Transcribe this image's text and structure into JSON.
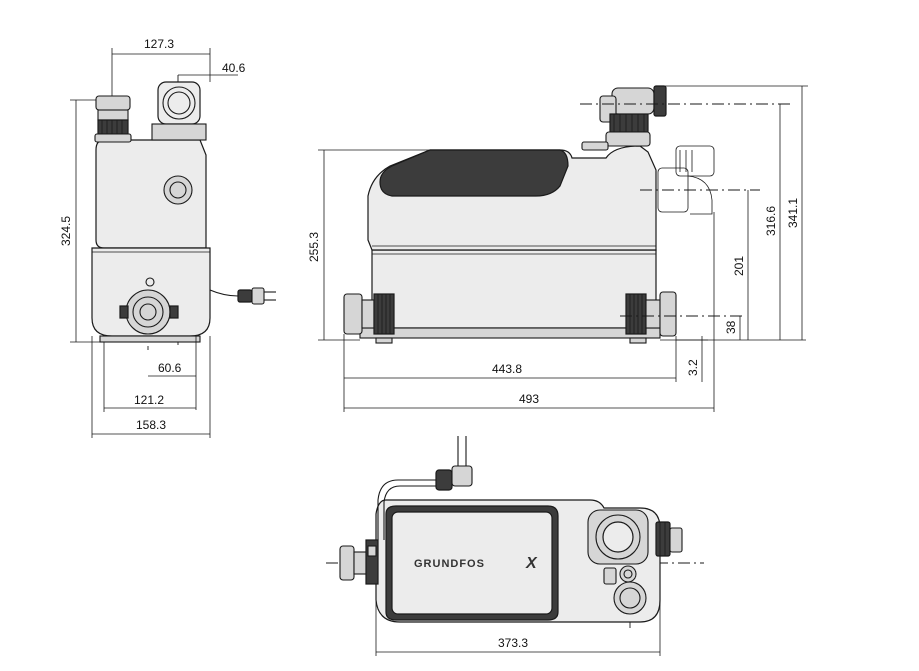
{
  "dimensions": {
    "front_top_width": "127.3",
    "front_outlet_offset": "40.6",
    "front_height": "324.5",
    "front_inlet_offset": "60.6",
    "front_base_width": "121.2",
    "front_overall_width": "158.3",
    "side_height": "255.3",
    "side_inlet_spacing": "443.8",
    "side_overall_length": "493",
    "side_base_offset": "3.2",
    "side_inlet_height": "38",
    "side_mid_height": "201",
    "side_outlet_height": "316.6",
    "side_overall_height": "341.1",
    "top_length": "373.3"
  },
  "logo_text": "GRUNDFOS",
  "logo_mark": "X"
}
